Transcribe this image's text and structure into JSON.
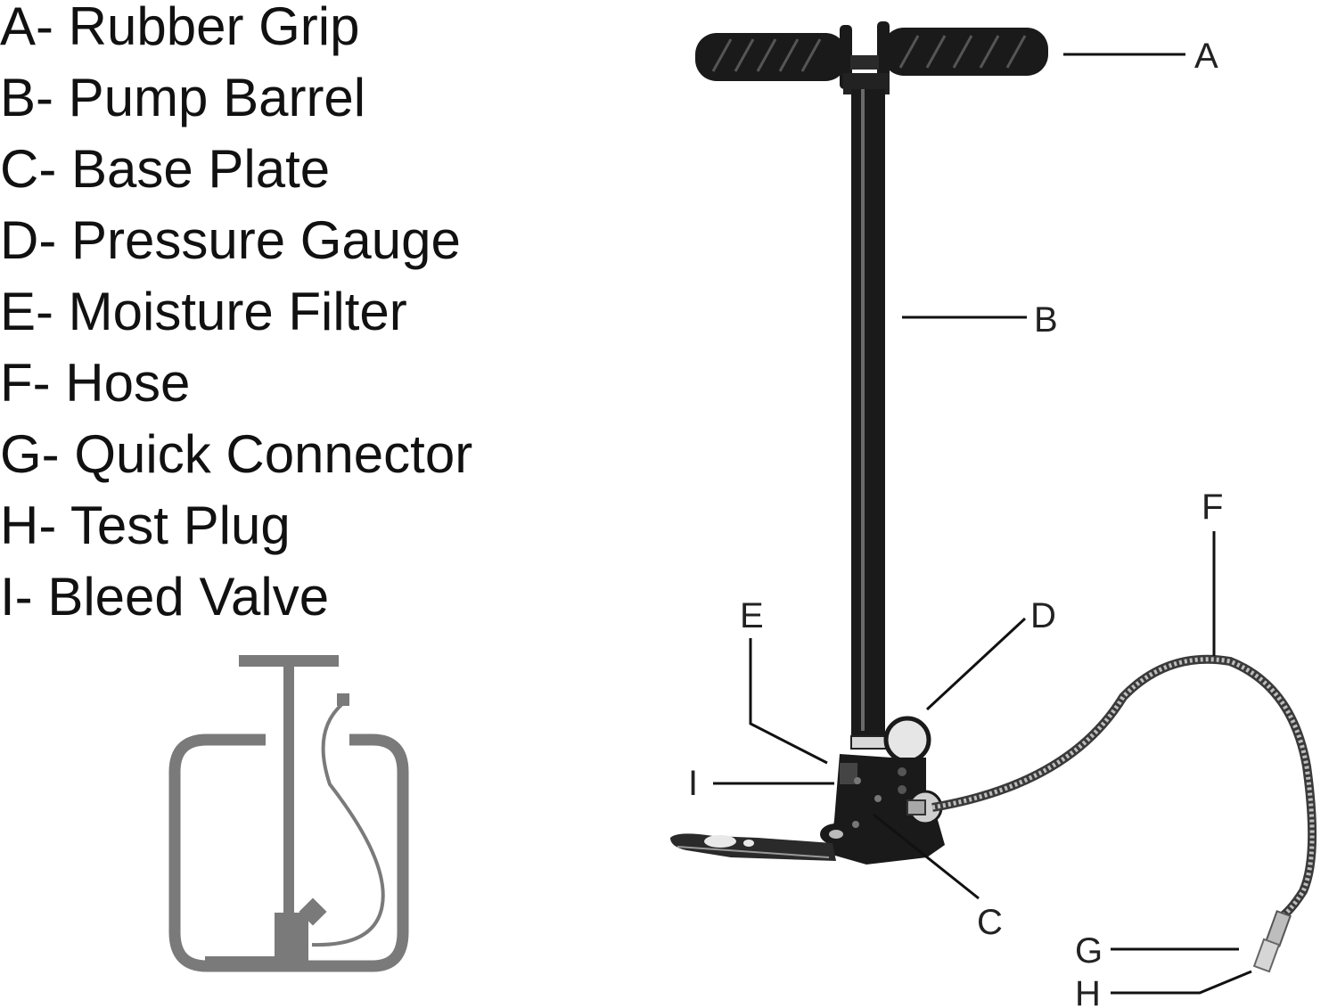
{
  "legend": {
    "items": [
      {
        "letter": "A",
        "text": "A- Rubber Grip"
      },
      {
        "letter": "B",
        "text": "B- Pump Barrel"
      },
      {
        "letter": "C",
        "text": "C- Base Plate"
      },
      {
        "letter": "D",
        "text": "D- Pressure Gauge"
      },
      {
        "letter": "E",
        "text": "E- Moisture Filter"
      },
      {
        "letter": "F",
        "text": "F- Hose"
      },
      {
        "letter": "G",
        "text": "G- Quick Connector"
      },
      {
        "letter": "H",
        "text": "H- Test Plug"
      },
      {
        "letter": "I",
        "text": "I- Bleed Valve"
      }
    ]
  },
  "callouts": {
    "a": "A",
    "b": "B",
    "c": "C",
    "d": "D",
    "e": "E",
    "f": "F",
    "g": "G",
    "h": "H",
    "i": "I"
  },
  "colors": {
    "ink": "#111111",
    "packaging_icon": "#7a7a7a",
    "pump_body": "#1a1a1a"
  }
}
